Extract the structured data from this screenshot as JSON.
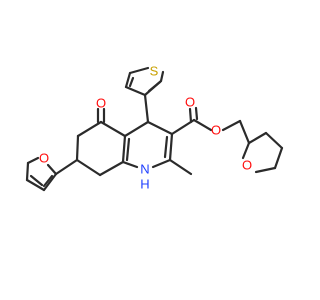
{
  "molecule": {
    "atom_labels": {
      "ketone_oxygen": "O",
      "ester_carbonyl_oxygen": "O",
      "ester_ether_oxygen": "O",
      "thiophene_sulfur": "S",
      "furan_oxygen": "O",
      "thf_oxygen": "O",
      "ring_nitrogen": "N",
      "nitrogen_hydrogen": "H"
    },
    "colors": {
      "bond": "#2b2b2b",
      "oxygen": "#ff0d0d",
      "sulfur": "#c8a000",
      "nitrogen": "#1f3fff"
    }
  }
}
